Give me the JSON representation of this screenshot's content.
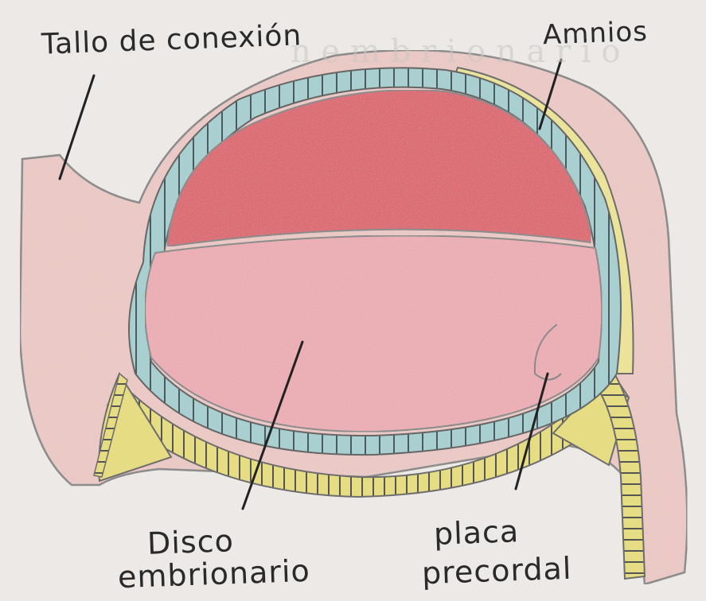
{
  "labels": {
    "tallo": "Tallo de conexión",
    "amnios": "Amnios",
    "disco_line1": "Disco",
    "disco_line2": "embrionario",
    "placa_line1": "placa",
    "placa_line2": "precordal"
  },
  "colors": {
    "paper": "#ece9e6",
    "pink_tissue": "#e8c3bf",
    "amnion_blue": "#a9cfd1",
    "yolk_yellow": "#e5dc83",
    "epiblast_red": "#d8545f",
    "hypoblast_pink": "#e9a5ad",
    "pencil": "#777777"
  }
}
